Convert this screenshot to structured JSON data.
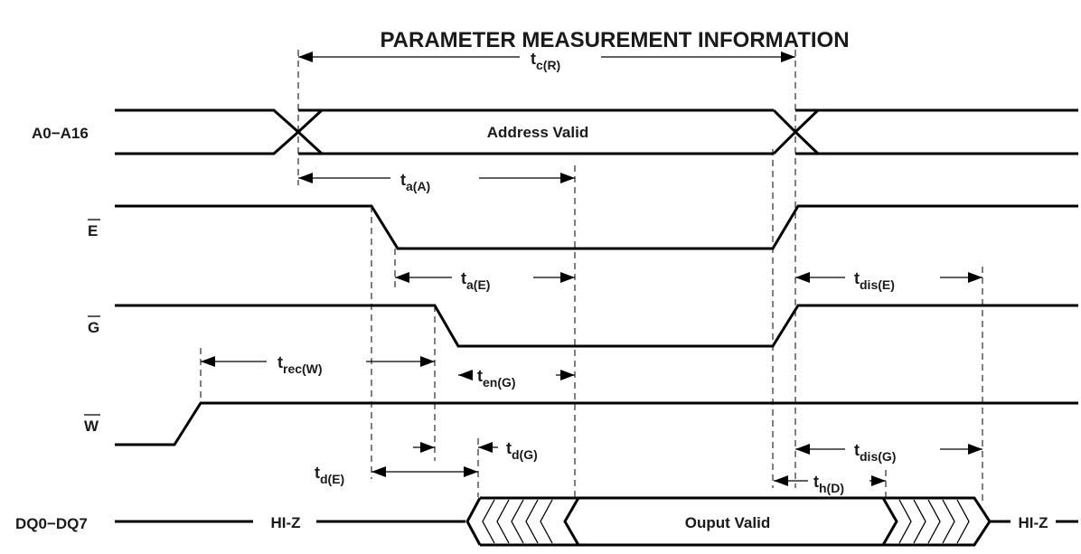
{
  "title": "PARAMETER MEASUREMENT INFORMATION",
  "signals": {
    "address": "A0−A16",
    "e": "E",
    "g": "G",
    "w": "W",
    "dq": "DQ0−DQ7"
  },
  "labels": {
    "address_valid": "Address Valid",
    "output_valid": "Ouput Valid",
    "hiz_left": "HI-Z",
    "hiz_right": "HI-Z"
  },
  "params": {
    "tcr": {
      "main": "t",
      "sub": "c(R)"
    },
    "taa": {
      "main": "t",
      "sub": "a(A)"
    },
    "tae": {
      "main": "t",
      "sub": "a(E)"
    },
    "tdise": {
      "main": "t",
      "sub": "dis(E)"
    },
    "trecw": {
      "main": "t",
      "sub": "rec(W)"
    },
    "teng": {
      "main": "t",
      "sub": "en(G)"
    },
    "tdg": {
      "main": "t",
      "sub": "d(G)"
    },
    "tde": {
      "main": "t",
      "sub": "d(E)"
    },
    "tdisg": {
      "main": "t",
      "sub": "dis(G)"
    },
    "thd": {
      "main": "t",
      "sub": "h(D)"
    }
  }
}
